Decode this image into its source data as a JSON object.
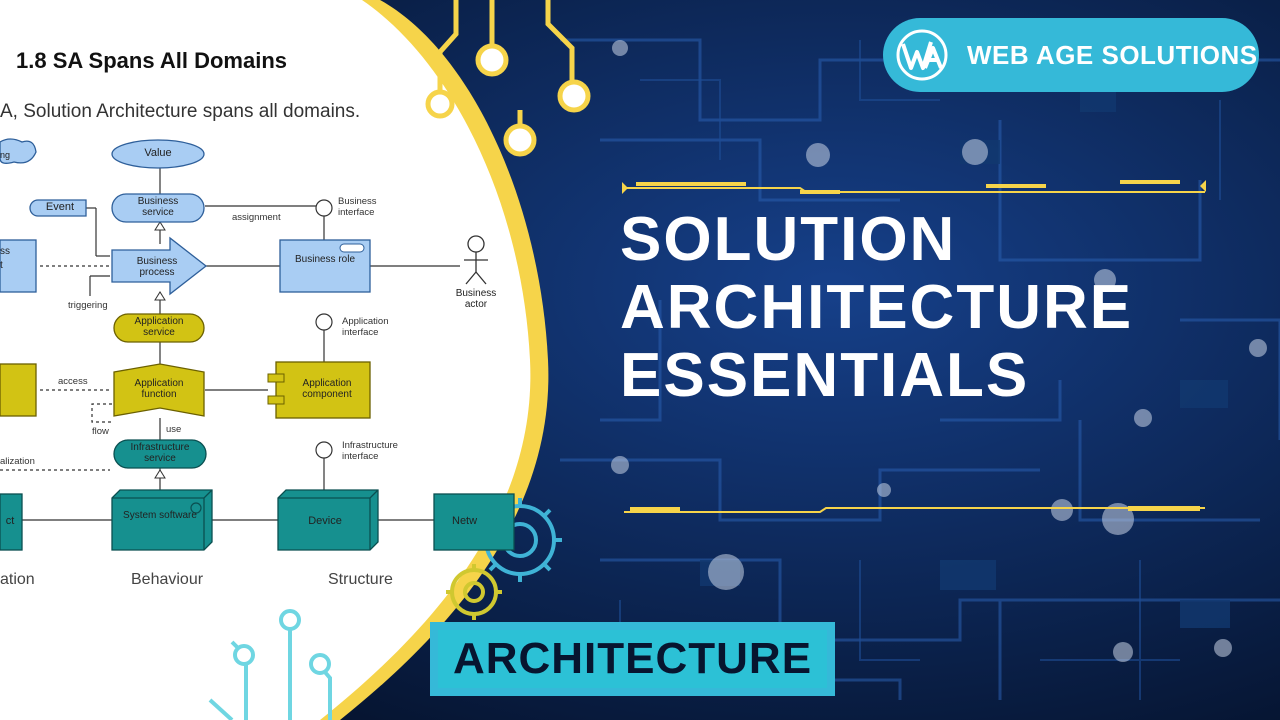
{
  "branding": {
    "company_name": "WEB AGE SOLUTIONS",
    "logo_icon": "web-age-logo-icon"
  },
  "headline": {
    "lines": [
      "SOLUTION",
      "ARCHITECTURE",
      "ESSENTIALS"
    ]
  },
  "category_tag": {
    "label": "ARCHITECTURE"
  },
  "slide": {
    "title": "1.8  SA Spans All Domains",
    "subtitle": "A, Solution Architecture spans all domains.",
    "diagram": {
      "value": "Value",
      "business_service": "Business service",
      "event": "Event",
      "business_process": "Business process",
      "business_role": "Business role",
      "business_actor": "Business actor",
      "business_interface": "Business interface",
      "assignment": "assignment",
      "triggering": "triggering",
      "application_service": "Application service",
      "application_interface": "Application interface",
      "application_function": "Application function",
      "application_component": "Application component",
      "access": "access",
      "flow": "flow",
      "use": "use",
      "infrastructure_service": "Infrastructure service",
      "infrastructure_interface": "Infrastructure interface",
      "realization": "alization",
      "system_software": "System software",
      "device": "Device",
      "network": "Netw",
      "object_fragment": "ct",
      "cloud_fragment": "ng",
      "business_object_fragment": "ss",
      "business_object_fragment2": "t"
    },
    "columns": [
      "ation",
      "Behaviour",
      "Structure"
    ]
  },
  "colors": {
    "navy_background": "#0a1f4a",
    "accent_yellow": "#f6d44a",
    "accent_cyan": "#35b9d8",
    "business_blue": "#a9cdf3",
    "application_yellow": "#d2c314",
    "technology_teal": "#16908f"
  }
}
